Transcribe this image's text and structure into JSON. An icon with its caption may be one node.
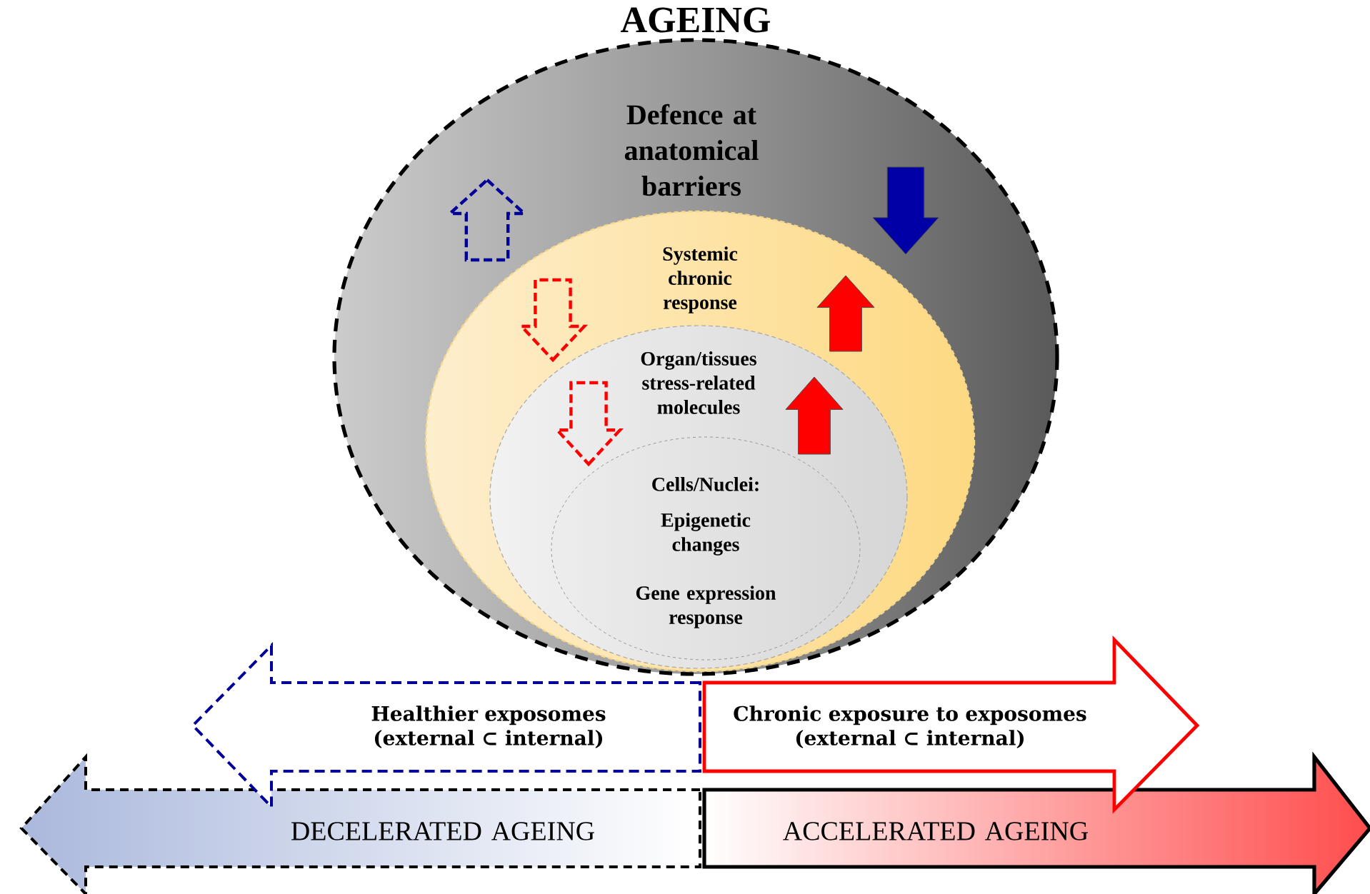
{
  "diagram": {
    "title": "AGEING",
    "nodes": [
      {
        "text": [
          "Defence at anatomical barriers"
        ]
      },
      {
        "text": [
          "Systemic chronic response"
        ],
        "in": 0
      },
      {
        "text": [
          "Organ/tissues stress-related molecules"
        ],
        "in": 1
      },
      {
        "text": [
          "Cells/Nuclei:",
          "Epigenetic changes",
          "Gene expression response"
        ],
        "in": 2
      },
      {
        "text": [
          "Healthier exposomes (external ⊂ internal)"
        ]
      },
      {
        "text": [
          "Chronic exposure to exposomes (external ⊂ internal)"
        ]
      },
      {
        "text": [
          "DECELERATED AGEING"
        ]
      },
      {
        "text": [
          "ACCELERATED AGEING"
        ]
      }
    ]
  }
}
